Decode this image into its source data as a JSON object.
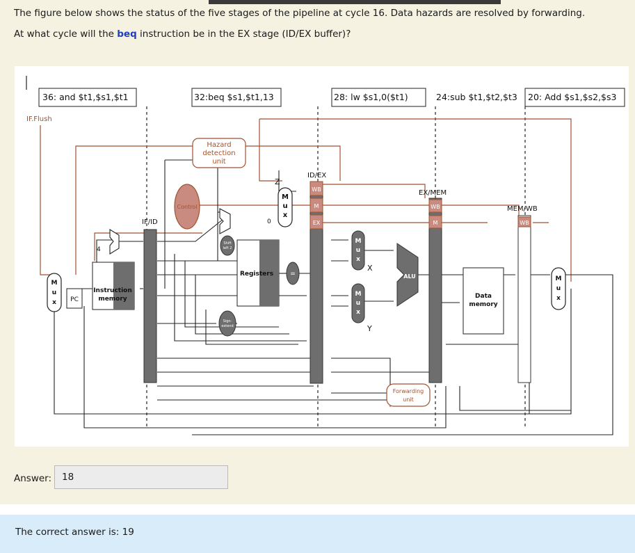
{
  "question": {
    "line1": "The figure below shows the status of the five stages of the pipeline at cycle 16. Data hazards are resolved by forwarding.",
    "line2_before": "At what cycle will the ",
    "line2_bold": "beq",
    "line2_after": " instruction be in the EX stage (ID/EX buffer)?"
  },
  "stages": {
    "if": "36: and $t1,$s1,$t1",
    "id": "32:beq $s1,$t1,13",
    "ex": "28: lw $s1,0($t1)",
    "mem": "24:sub $t1,$t2,$t3",
    "wb": "20: Add $s1,$s2,$s3"
  },
  "diagram": {
    "if_flush": "IF.Flush",
    "hazard_unit": [
      "Hazard",
      "detection",
      "unit"
    ],
    "control": "Control",
    "if_id": "IF/ID",
    "id_ex": "ID/EX",
    "ex_mem": "EX/MEM",
    "mem_wb": "MEM/WB",
    "wb": "WB",
    "m": "M",
    "ex_label": "EX",
    "pc": "PC",
    "four": "4",
    "zero": "0",
    "z": "Z",
    "x": "X",
    "y": "Y",
    "eq": "=",
    "instruction_memory": [
      "Instruction",
      "memory"
    ],
    "registers": "Registers",
    "alu": "ALU",
    "data_memory": [
      "Data",
      "memory"
    ],
    "forwarding_unit": [
      "Forwarding",
      "unit"
    ],
    "shift_left": [
      "Shift",
      "left 2"
    ],
    "sign_extend": [
      "Sign-",
      "extend"
    ],
    "mux": [
      "M",
      "u",
      "x"
    ]
  },
  "answer": {
    "label": "Answer:",
    "value": "18"
  },
  "feedback": {
    "text": "The correct answer is: 19"
  }
}
